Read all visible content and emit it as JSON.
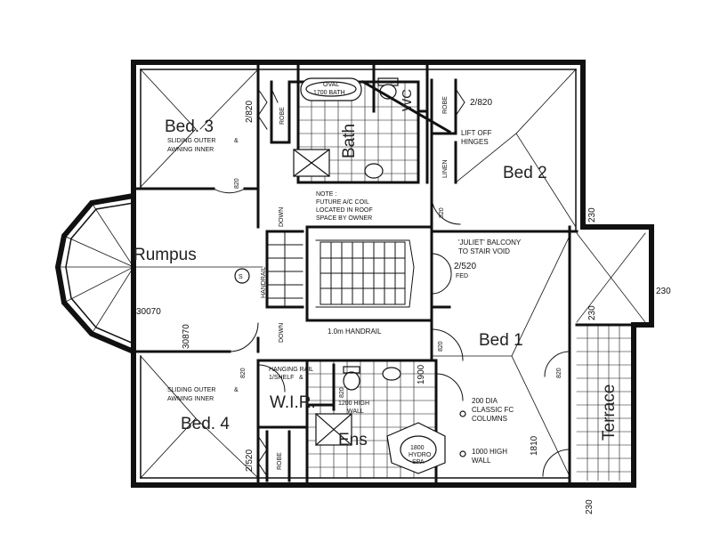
{
  "rooms": {
    "bed3": "Bed. 3",
    "bath": "Bath",
    "wc": "WC",
    "bed2": "Bed 2",
    "rumpus": "Rumpus",
    "bed1": "Bed 1",
    "bed4": "Bed. 4",
    "wir": "W.I.R.",
    "ens": "Ens",
    "terrace": "Terrace"
  },
  "labels": {
    "robe": "ROBE",
    "linen": "LINEN",
    "oval_bath_1": "OVAL",
    "oval_bath_2": "1700 BATH",
    "lift_off_1": "LIFT OFF",
    "lift_off_2": "HINGES",
    "sliding_outer_1": "SLIDING OUTER",
    "sliding_outer_2": "AWNING INNER",
    "note_1": "NOTE :",
    "note_2": "FUTURE A/C COIL",
    "note_3": "LOCATED IN ROOF",
    "note_4": "SPACE BY OWNER",
    "down": "DOWN",
    "handrail": "HANDRAIL",
    "handrail_1m": "1.0m HANDRAIL",
    "juliet_1": "'JULIET' BALCONY",
    "juliet_2": "TO STAIR VOID",
    "fed": "FED",
    "smoke": "S",
    "hanging_1": "HANGING RAIL",
    "hanging_2": "1/SHELF",
    "high_wall_1": "1200 HIGH",
    "high_wall_2": "WALL",
    "columns_1": "200 DIA",
    "columns_2": "CLASSIC FC",
    "columns_3": "COLUMNS",
    "wall1000_1": "1000 HIGH",
    "wall1000_2": "WALL",
    "spa_1": "1800",
    "spa_2": "HYDRO",
    "spa_3": "SPA",
    "amp": "&"
  },
  "dimensions": {
    "d2820_bed3": "2/820",
    "d2820_bed2": "2/820",
    "d2520_fed": "2/520",
    "d2520_bed4": "2/520",
    "d820_a": "820",
    "d820_b": "820",
    "d820_c": "820",
    "d820_d": "820",
    "d820_e": "820",
    "d820_f": "820",
    "d230_top": "230",
    "d230_right": "230",
    "d230_mid": "230",
    "d230_bottom": "230",
    "d30070": "30070",
    "d30870": "30870",
    "d1810": "1810",
    "d1900": "1900"
  }
}
